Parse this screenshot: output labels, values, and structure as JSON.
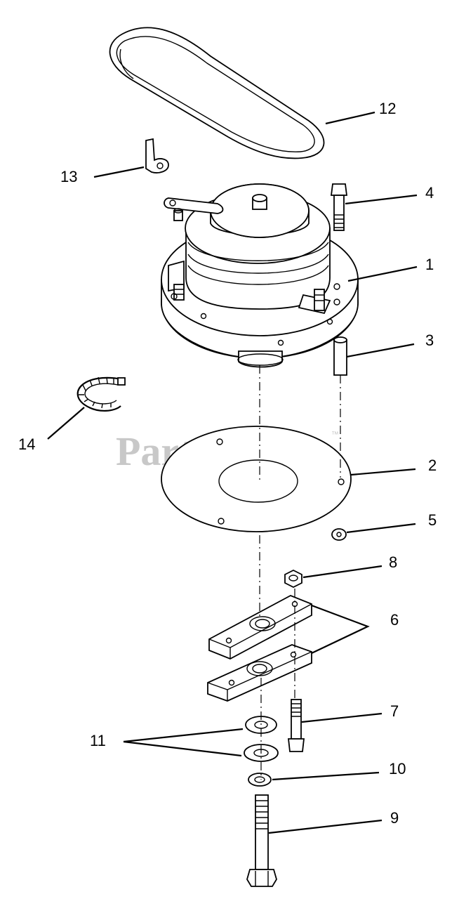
{
  "watermark": {
    "text": "PartsTree",
    "trademark": "™"
  },
  "callouts": {
    "c1": "1",
    "c2": "2",
    "c3": "3",
    "c4": "4",
    "c5": "5",
    "c6": "6",
    "c7": "7",
    "c8": "8",
    "c9": "9",
    "c10": "10",
    "c11": "11",
    "c12": "12",
    "c13": "13",
    "c14": "14"
  }
}
